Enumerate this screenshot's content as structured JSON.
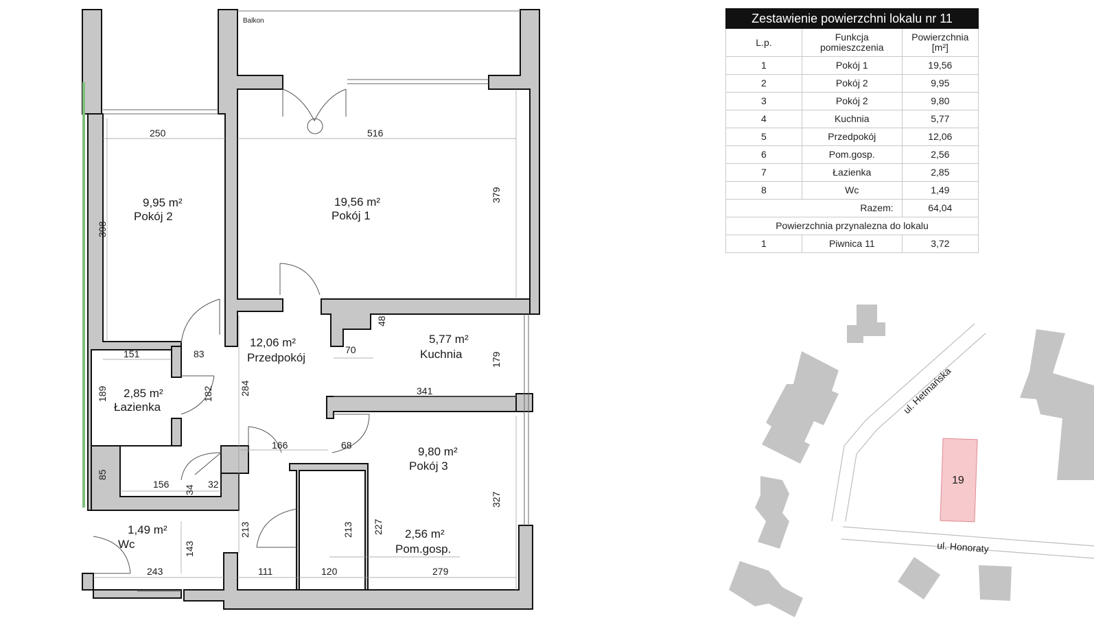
{
  "table": {
    "title": "Zestawienie powierzchni lokalu  nr 11",
    "headers": {
      "lp": "L.p.",
      "function": "Funkcja pomieszczenia",
      "area": "Powierzchnia [m²]"
    },
    "rows": [
      {
        "lp": "1",
        "function": "Pokój 1",
        "area": "19,56"
      },
      {
        "lp": "2",
        "function": "Pokój 2",
        "area": "9,95"
      },
      {
        "lp": "3",
        "function": "Pokój 2",
        "area": "9,80"
      },
      {
        "lp": "4",
        "function": "Kuchnia",
        "area": "5,77"
      },
      {
        "lp": "5",
        "function": "Przedpokój",
        "area": "12,06"
      },
      {
        "lp": "6",
        "function": "Pom.gosp.",
        "area": "2,56"
      },
      {
        "lp": "7",
        "function": "Łazienka",
        "area": "2,85"
      },
      {
        "lp": "8",
        "function": "Wc",
        "area": "1,49"
      }
    ],
    "total_label": "Razem:",
    "total_value": "64,04",
    "extra_header": "Powierzchnia przynalezna do lokalu",
    "extra_rows": [
      {
        "lp": "1",
        "function": "Piwnica 11",
        "area": "3,72"
      }
    ]
  },
  "plan": {
    "balcony_label": "Balkon",
    "rooms": {
      "pokoj1": {
        "area": "19,56 m²",
        "name": "Pokój 1"
      },
      "pokoj2": {
        "area": "9,95 m²",
        "name": "Pokój 2"
      },
      "przedpokoj": {
        "area": "12,06 m²",
        "name": "Przedpokój"
      },
      "kuchnia": {
        "area": "5,77 m²",
        "name": "Kuchnia"
      },
      "lazienka": {
        "area": "2,85 m²",
        "name": "Łazienka"
      },
      "pokoj3": {
        "area": "9,80 m²",
        "name": "Pokój 3"
      },
      "pomgosp": {
        "area": "2,56 m²",
        "name": "Pom.gosp."
      },
      "wc": {
        "area": "1,49 m²",
        "name": "Wc"
      }
    },
    "dimensions": {
      "d250": "250",
      "d516": "516",
      "d398": "398",
      "d379": "379",
      "d48": "48",
      "d70": "70",
      "d179": "179",
      "d341": "341",
      "d151": "151",
      "d83": "83",
      "d189": "189",
      "d182": "182",
      "d284": "284",
      "d166": "166",
      "d68": "68",
      "d85": "85",
      "d156": "156",
      "d34": "34",
      "d32": "32",
      "d227": "227",
      "d327": "327",
      "d213a": "213",
      "d213b": "213",
      "d143": "143",
      "d243": "243",
      "d111": "111",
      "d120": "120",
      "d279": "279"
    }
  },
  "location": {
    "street1": "ul. Hetmańska",
    "street2": "ul. Honoraty",
    "building_number": "19",
    "colors": {
      "highlight_fill": "#f6c9cc",
      "highlight_stroke": "#e08a92",
      "building_fill": "#c4c4c4",
      "street_line": "#bdbdbd"
    }
  },
  "colors": {
    "wall": "#c7c7c7",
    "wall_stroke": "#111111",
    "accent_green": "#7fbf7f"
  }
}
